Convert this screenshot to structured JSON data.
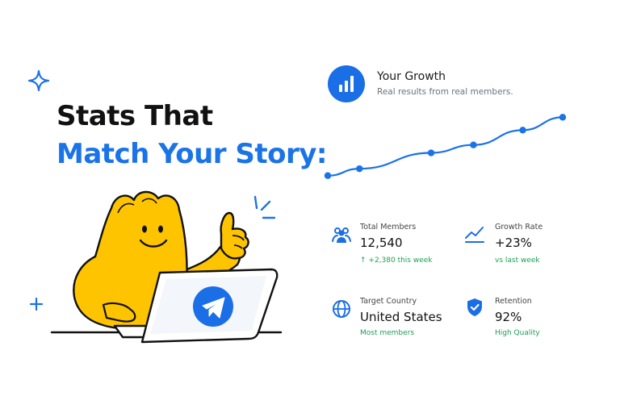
{
  "hero": {
    "line1": "Stats That",
    "line2": "Match Your Story:"
  },
  "growth": {
    "title": "Your Growth",
    "subtitle": "Real results from real members."
  },
  "chart_data": {
    "type": "line",
    "values": [
      1.0,
      1.7,
      3.3,
      4.1,
      5.6,
      6.9
    ],
    "ylim": [
      0,
      7.5
    ]
  },
  "stats": {
    "total_members": {
      "label": "Total Members",
      "value": "12,540",
      "note": "↑ +2,380 this week",
      "icon": "users-icon"
    },
    "growth_rate": {
      "label": "Growth Rate",
      "value": "+23%",
      "note": "vs last week",
      "icon": "trend-up-icon"
    },
    "target_country": {
      "label": "Target Country",
      "value": "United States",
      "note": "Most members",
      "icon": "globe-icon"
    },
    "retention": {
      "label": "Retention",
      "value": "92%",
      "note": "High Quality",
      "icon": "shield-check-icon"
    }
  },
  "colors": {
    "accent": "#1a73e8",
    "mascot": "#ffc400",
    "positive": "#1e9e55"
  }
}
